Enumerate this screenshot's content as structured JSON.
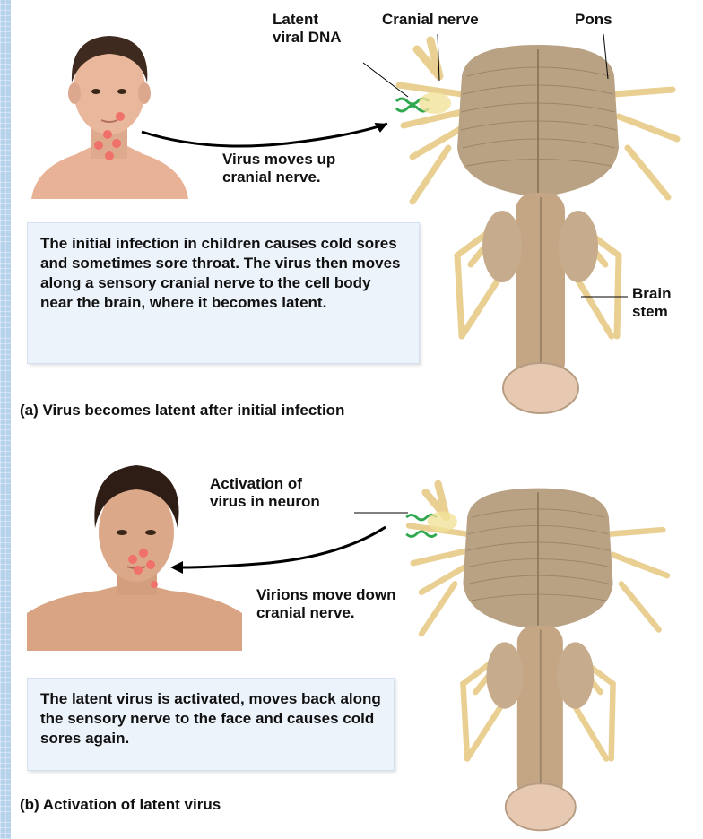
{
  "panel_a": {
    "label_latent_dna": "Latent\nviral DNA",
    "label_cranial_nerve": "Cranial nerve",
    "label_pons": "Pons",
    "label_virus_moves": "Virus moves up\ncranial nerve.",
    "label_brain_stem": "Brain\nstem",
    "description": "The initial infection in children causes cold sores and sometimes sore throat. The virus then moves along a sensory cranial nerve to the cell body near the brain, where it becomes latent.",
    "caption": "(a) Virus becomes latent after initial infection"
  },
  "panel_b": {
    "label_activation": "Activation of\nvirus in neuron",
    "label_virions": "Virions move down\ncranial nerve.",
    "description": "The latent virus is activated, moves back along the sensory nerve to the face and causes cold sores again.",
    "caption": "(b) Activation of latent virus"
  },
  "colors": {
    "sky_border": "#a9c9e6",
    "box_fill": "#edf3fb",
    "nerve": "#e9cf92",
    "brain": "#b9a284",
    "sore": "#f0706a",
    "viral_dna": "#2fa84f"
  }
}
